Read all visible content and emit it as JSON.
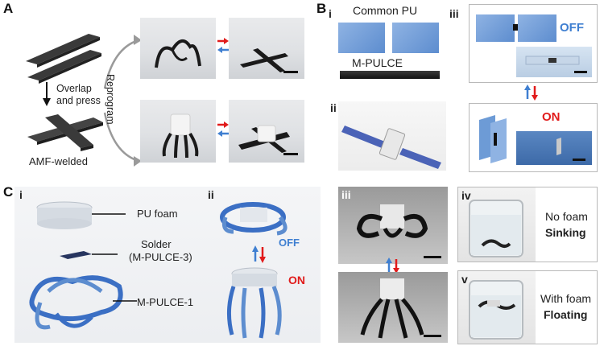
{
  "panelA": {
    "label": "A",
    "overlap_text_line1": "Overlap",
    "overlap_text_line2": "and press",
    "welded_label": "AMF-welded",
    "reprogram_label": "Reprogram"
  },
  "panelB": {
    "label": "B",
    "sub_i": "i",
    "sub_ii": "ii",
    "sub_iii": "iii",
    "common_pu_label": "Common PU",
    "mpulce_label": "M-PULCE",
    "off_label": "OFF",
    "on_label": "ON"
  },
  "panelC": {
    "label": "C",
    "sub_i": "i",
    "sub_ii": "ii",
    "sub_iii": "iii",
    "sub_iv": "iv",
    "sub_v": "v",
    "pu_foam_label": "PU foam",
    "solder_line1": "Solder",
    "solder_line2": "(M-PULCE-3)",
    "mpulce1_label": "M-PULCE-1",
    "off_label": "OFF",
    "on_label": "ON",
    "no_foam_label": "No foam",
    "sinking_label": "Sinking",
    "with_foam_label": "With foam",
    "floating_label": "Floating"
  },
  "colors": {
    "off_blue": "#3f7fd1",
    "on_red": "#e11b1b",
    "strip_black": "#1a1a1a",
    "pu_blue": "#6d9bd6"
  }
}
